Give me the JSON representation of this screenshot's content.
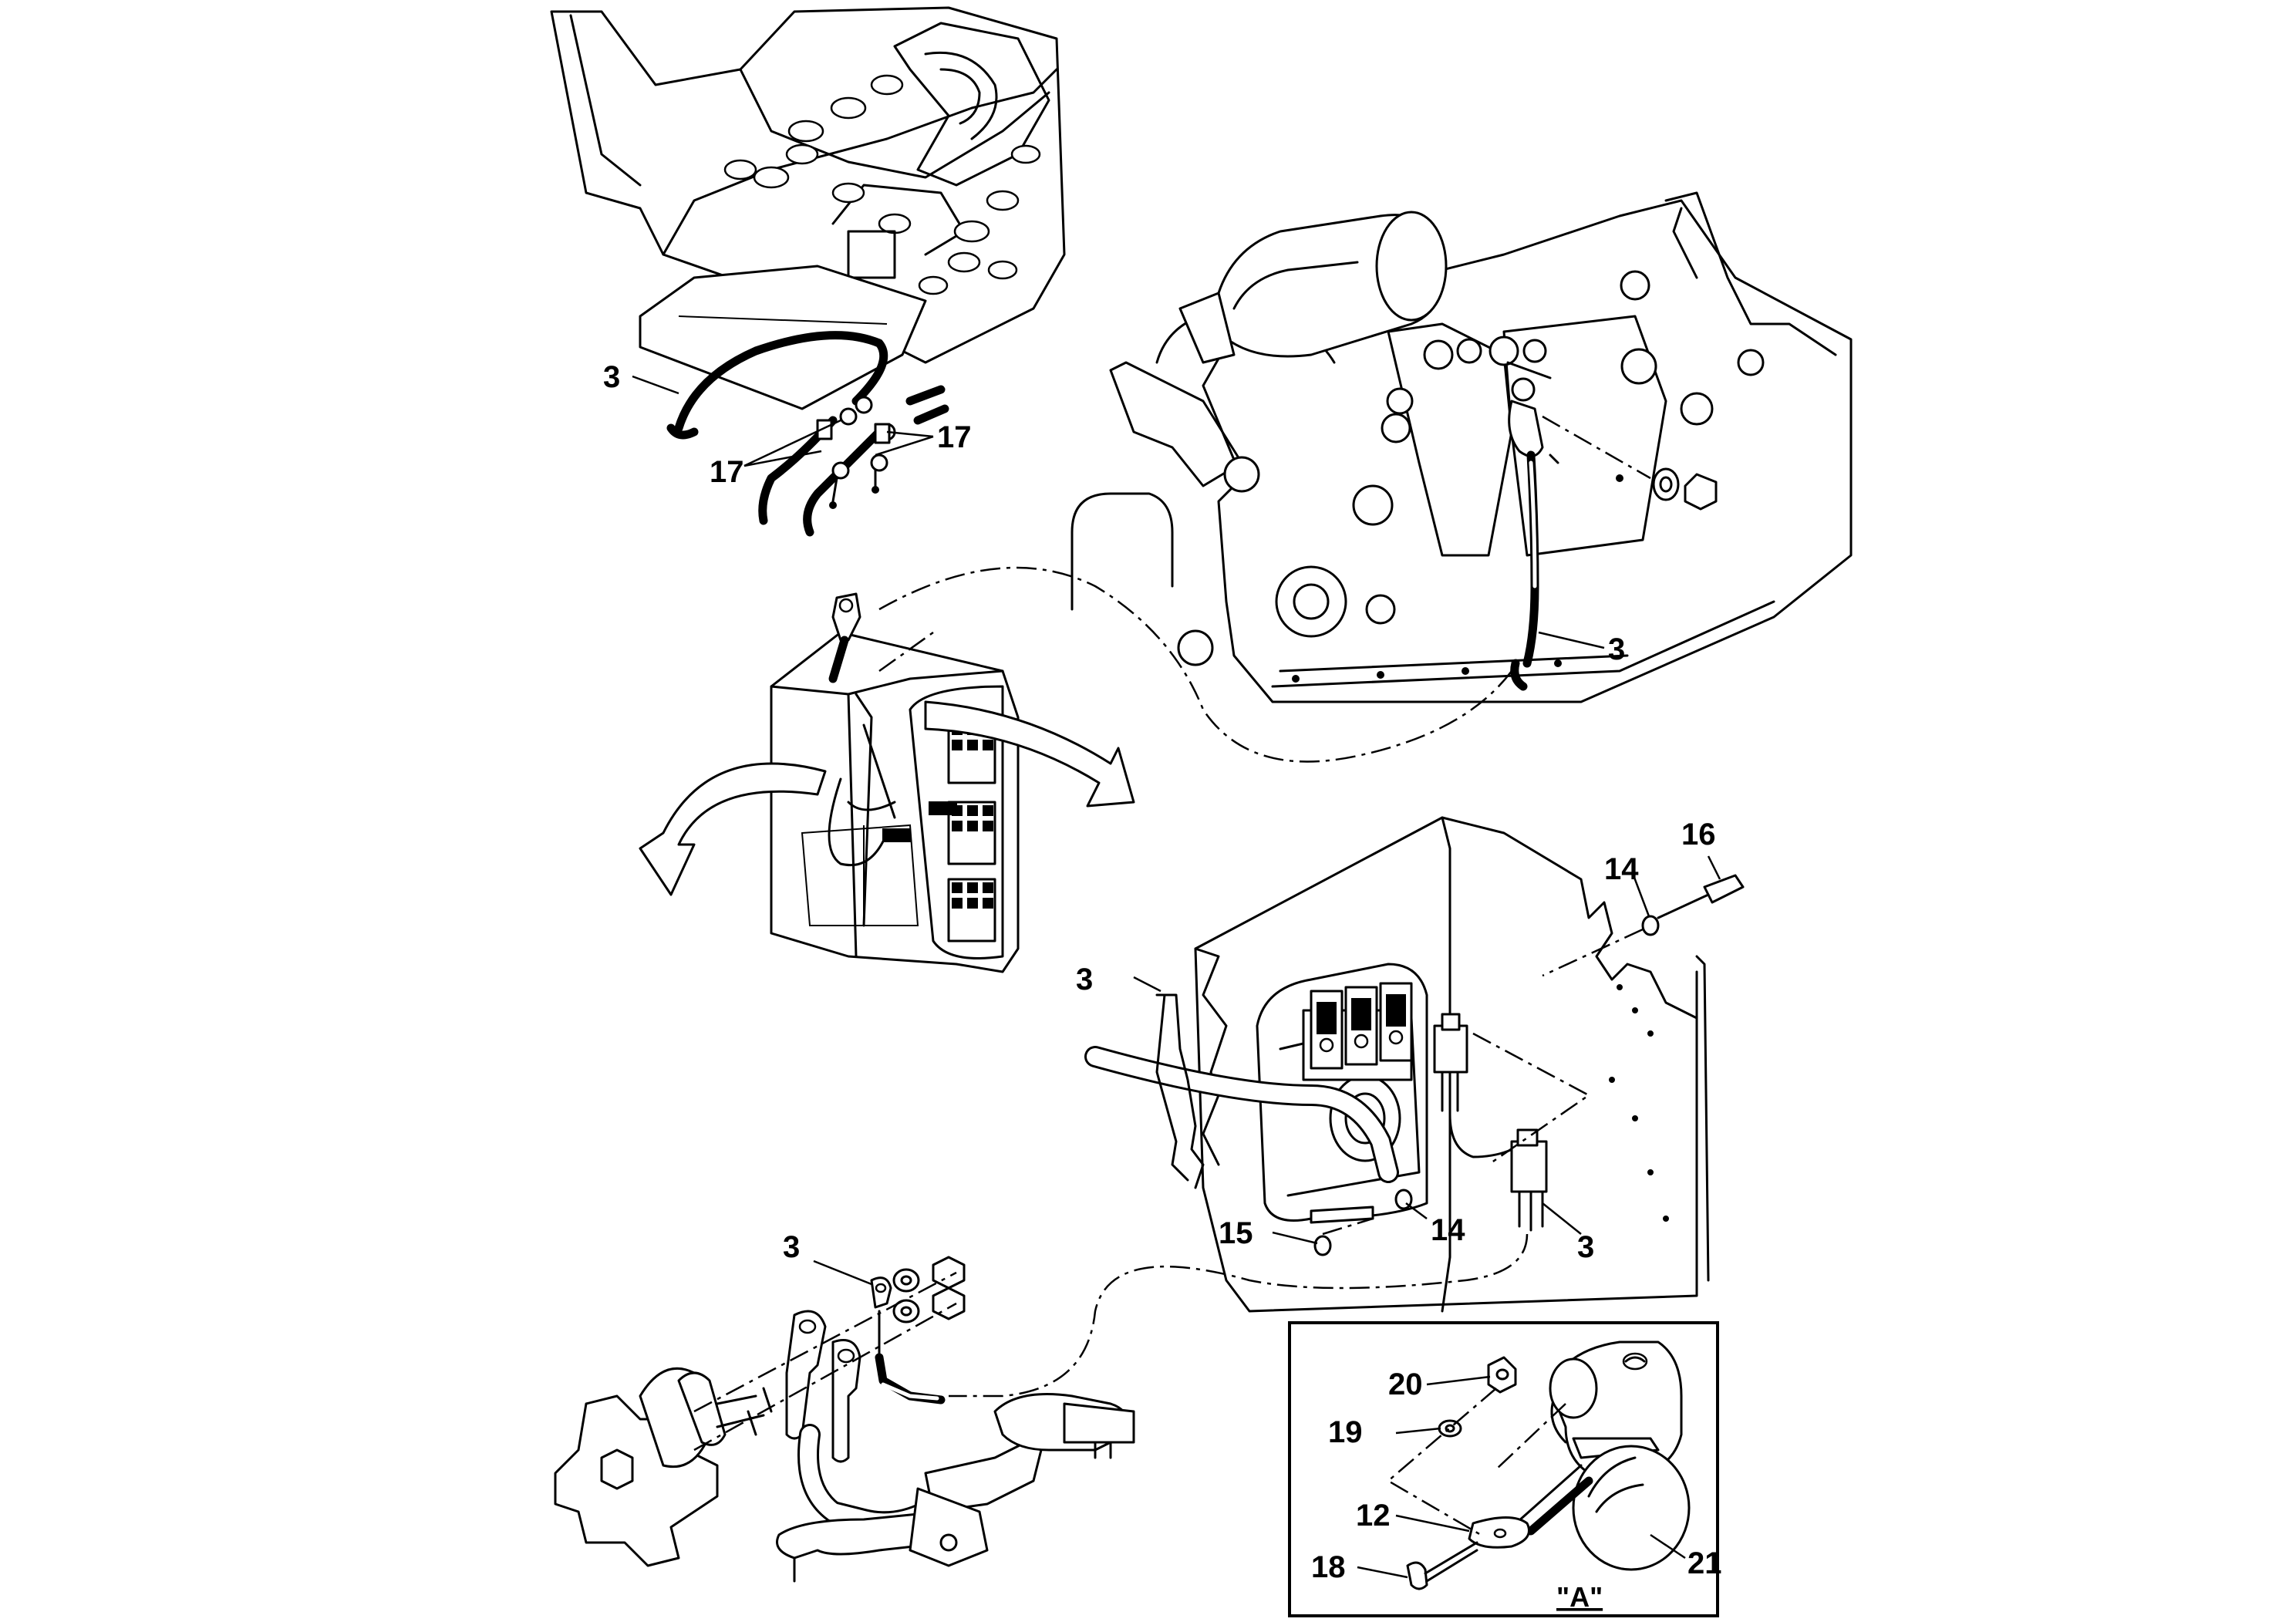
{
  "callouts": {
    "c_3_floor": "3",
    "c_17_left": "17",
    "c_17_right": "17",
    "c_3_starter": "3",
    "c_16": "16",
    "c_14_top": "14",
    "c_3_relaybox": "3",
    "c_14_bottom": "14",
    "c_15": "15",
    "c_3_relay": "3",
    "c_3_switch": "3",
    "c_20": "20",
    "c_19": "19",
    "c_12": "12",
    "c_18": "18",
    "c_21": "21"
  },
  "detail_view": {
    "label": "\"A\""
  }
}
